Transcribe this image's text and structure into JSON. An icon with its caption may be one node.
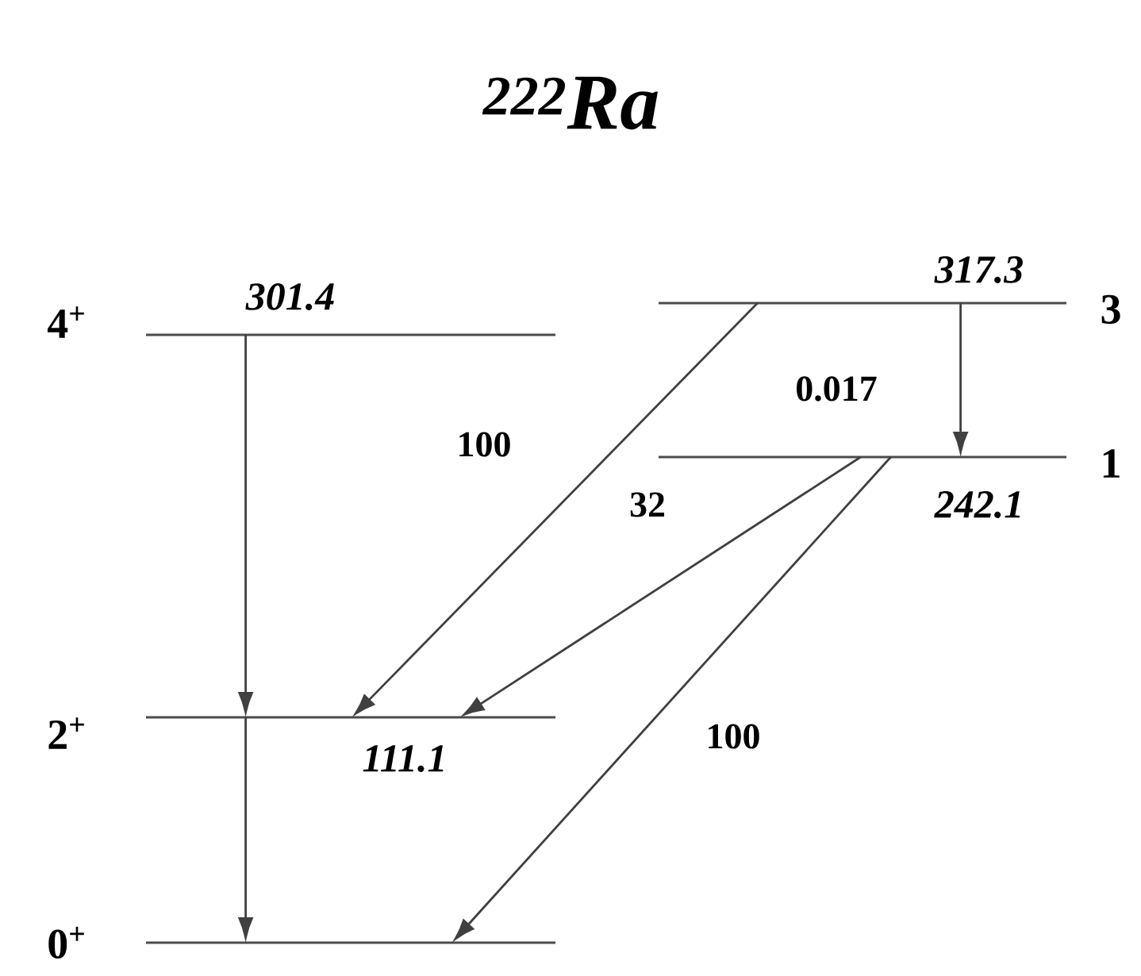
{
  "diagram": {
    "title": "$^{222}$Ra",
    "nodes": [
      {
        "text": [
          "301.4"
        ],
        "beside": [
          "4$^{+}$"
        ]
      },
      {
        "text": [
          "317.3"
        ],
        "beside": [
          "3"
        ]
      },
      {
        "text": [
          "242.1"
        ],
        "beside": [
          "1"
        ]
      },
      {
        "text": [
          "111.1"
        ],
        "beside": [
          "2$^{+}$"
        ]
      },
      {
        "text": [],
        "shape": "bar",
        "beside": [
          "0$^{+}$"
        ]
      }
    ],
    "edges": [
      {
        "from": 0,
        "to": 3,
        "arrow": "to"
      },
      {
        "from": 3,
        "to": 4,
        "arrow": "to"
      },
      {
        "from": 1,
        "to": 3,
        "arrow": "to",
        "label": "100"
      },
      {
        "from": 1,
        "to": 2,
        "arrow": "to",
        "label": "0.017"
      },
      {
        "from": 2,
        "to": 3,
        "arrow": "to",
        "label": "32"
      },
      {
        "from": 2,
        "to": 4,
        "arrow": "to",
        "label": "100"
      }
    ]
  }
}
